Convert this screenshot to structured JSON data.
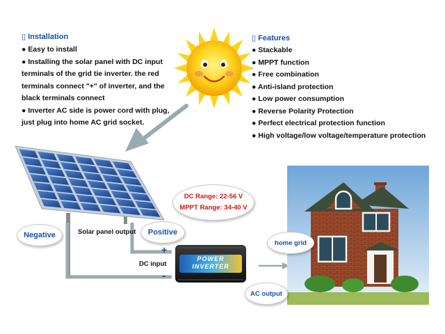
{
  "installation": {
    "heading": "▯ Installation",
    "lines": [
      "● Easy to install",
      "● Installing the solar panel with DC input",
      "terminals of the grid tie inverter. the red",
      "terminals connect \"+\" of inverter, and the",
      "black terminals connect",
      "● Inverter AC side is power cord with plug,",
      "just plug into home AC grid socket."
    ]
  },
  "features": {
    "heading": "▯ Features",
    "items": [
      "● Stackable",
      "● MPPT function",
      "● Free combination",
      "● Anti-island protection",
      "● Low power consumption",
      "● Reverse Polarity Protection",
      "● Perfect electrical protection function",
      "● High voltage/low voltage/temperature protection"
    ]
  },
  "dc_ranges": {
    "dc_range": "DC Range: 22-56 V",
    "mppt_range": "MPPT Range: 34-40 V"
  },
  "labels": {
    "negative": "Negative",
    "positive": "Positive",
    "solar_panel_output": "Solar panel output",
    "dc_input": "DC input",
    "plus": "+",
    "minus": "-",
    "home_grid": "home grid",
    "ac_output": "AC output",
    "inverter_line1": "POWER",
    "inverter_line2": "INVERTER"
  },
  "colors": {
    "heading_blue": "#1a4fa8",
    "range_red": "#d41111",
    "wire_gray": "#9aabb0",
    "sun_yellow": "#ffd21a"
  }
}
